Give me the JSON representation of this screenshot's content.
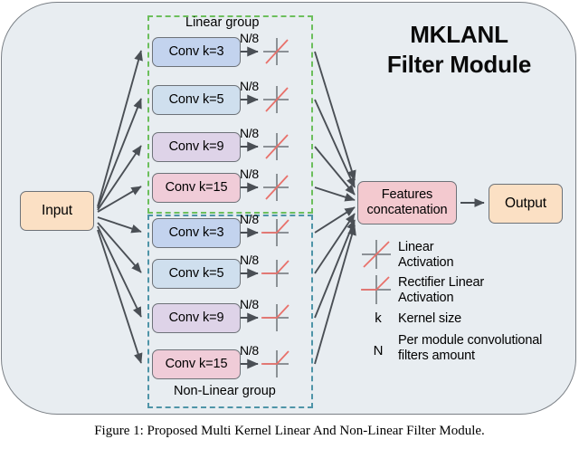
{
  "figure": {
    "title_line1": "MKLANL",
    "title_line2": "Filter Module",
    "caption": "Figure 1: Proposed Multi Kernel Linear And Non-Linear Filter Module.",
    "background_color": "#e8edf1",
    "border_color": "#7b8086"
  },
  "nodes": {
    "input": {
      "label": "Input",
      "color": "#fbe0c4"
    },
    "output": {
      "label": "Output",
      "color": "#fbe0c4"
    },
    "features": {
      "label_line1": "Features",
      "label_line2": "concatenation",
      "color": "#f3c9cf"
    }
  },
  "groups": [
    {
      "id": "linear",
      "label": "Linear group",
      "border_color": "#6cbf5c",
      "activation": "linear",
      "branches": [
        {
          "label": "Conv k=3",
          "kernel": 3,
          "color": "#c3d3ee",
          "flow": "N/8"
        },
        {
          "label": "Conv k=5",
          "kernel": 5,
          "color": "#cfdfee",
          "flow": "N/8"
        },
        {
          "label": "Conv k=9",
          "kernel": 9,
          "color": "#ded3e8",
          "flow": "N/8"
        },
        {
          "label": "Conv k=15",
          "kernel": 15,
          "color": "#f0ccd8",
          "flow": "N/8"
        }
      ]
    },
    {
      "id": "nonlinear",
      "label": "Non-Linear group",
      "border_color": "#4e94a8",
      "activation": "rectifier",
      "branches": [
        {
          "label": "Conv k=3",
          "kernel": 3,
          "color": "#c3d3ee",
          "flow": "N/8"
        },
        {
          "label": "Conv k=5",
          "kernel": 5,
          "color": "#cfdfee",
          "flow": "N/8"
        },
        {
          "label": "Conv k=9",
          "kernel": 9,
          "color": "#ded3e8",
          "flow": "N/8"
        },
        {
          "label": "Conv k=15",
          "kernel": 15,
          "color": "#f0ccd8",
          "flow": "N/8"
        }
      ]
    }
  ],
  "legend": {
    "items": [
      {
        "glyph": "linear-activation-icon",
        "key": "",
        "line1": "Linear",
        "line2": "Activation"
      },
      {
        "glyph": "rectifier-activation-icon",
        "key": "",
        "line1": "Rectifier Linear",
        "line2": "Activation"
      },
      {
        "glyph": "",
        "key": "k",
        "line1": "Kernel size",
        "line2": ""
      },
      {
        "glyph": "",
        "key": "N",
        "line1": "Per module convolutional",
        "line2": "filters  amount"
      }
    ]
  },
  "colors": {
    "arrow": "#4a4f55",
    "activation_red": "#e8716b",
    "activation_axis": "#6e7378"
  }
}
